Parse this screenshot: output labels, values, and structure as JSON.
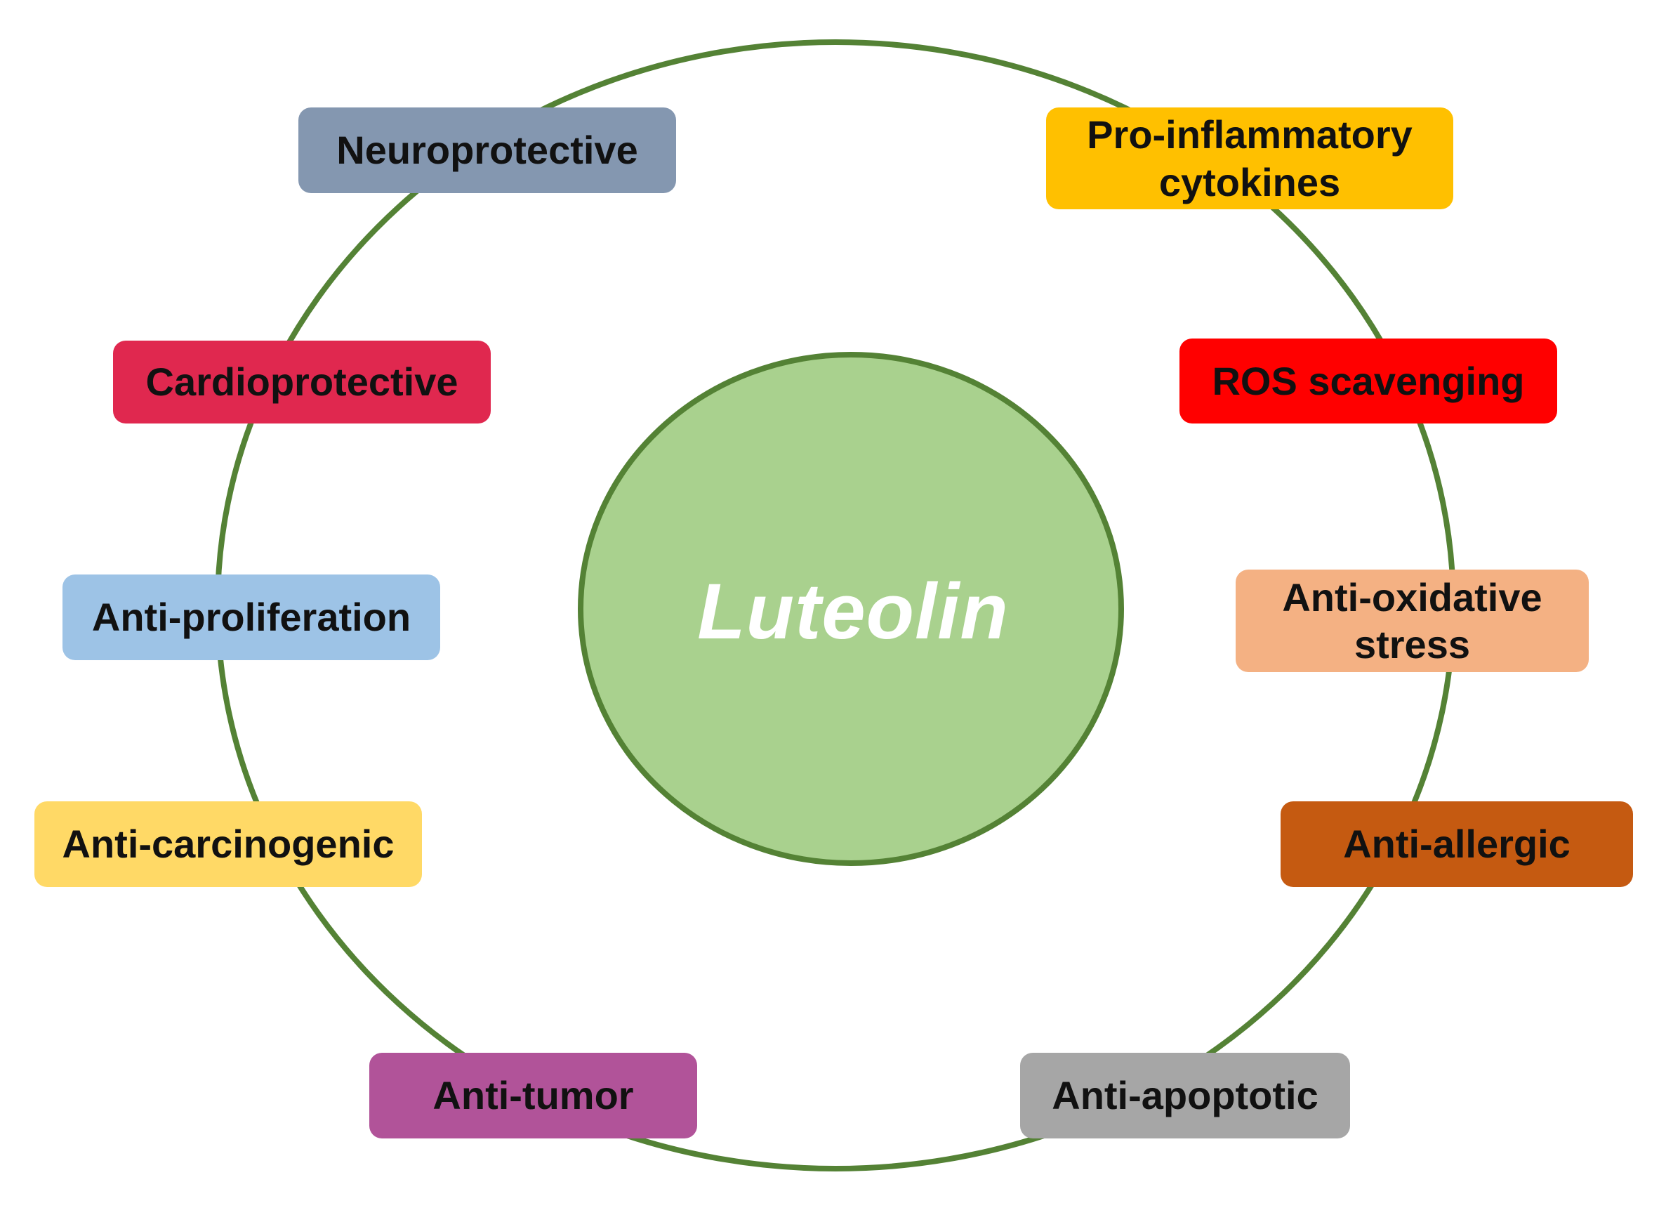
{
  "center": {
    "label": "Luteolin",
    "fill_color": "#a9d18e",
    "stroke_color": "#548235"
  },
  "ring": {
    "stroke_color": "#548235"
  },
  "effects": {
    "neuroprotective": {
      "label": "Neuroprotective",
      "color": "#8497b0"
    },
    "cardioprotective": {
      "label": "Cardioprotective",
      "color": "#e0284f"
    },
    "anti_proliferation": {
      "label": "Anti-proliferation",
      "color": "#9dc3e6"
    },
    "anti_carcinogenic": {
      "label": "Anti-carcinogenic",
      "color": "#ffd966"
    },
    "anti_tumor": {
      "label": "Anti-tumor",
      "color": "#b15399"
    },
    "pro_inflammatory": {
      "label": "Pro-inflammatory\ncytokines",
      "color": "#ffc000"
    },
    "ros_scavenging": {
      "label": "ROS scavenging",
      "color": "#ff0000"
    },
    "anti_oxidative": {
      "label": "Anti-oxidative\nstress",
      "color": "#f4b183"
    },
    "anti_allergic": {
      "label": "Anti-allergic",
      "color": "#c55a11"
    },
    "anti_apoptotic": {
      "label": "Anti-apoptotic",
      "color": "#a6a6a6"
    }
  }
}
